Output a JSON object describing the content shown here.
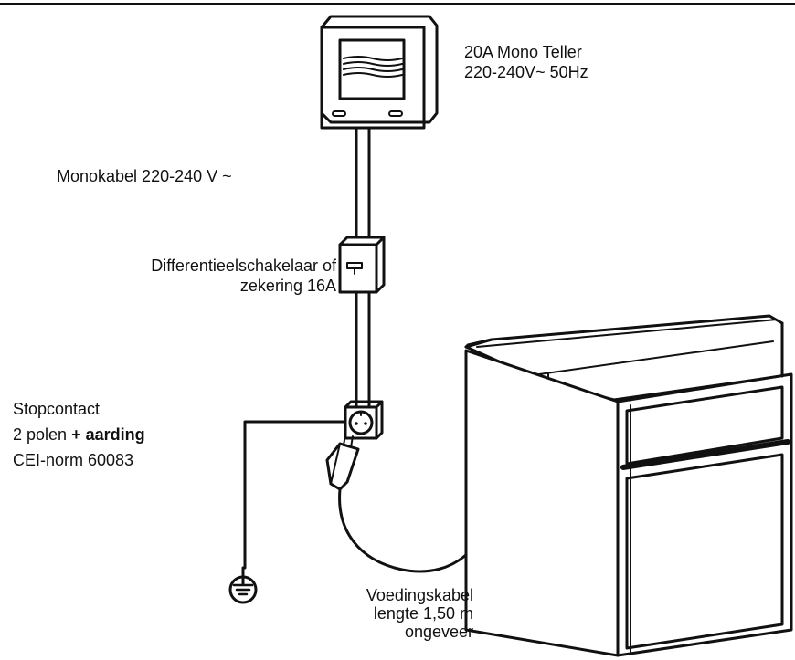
{
  "labels": {
    "meter_line1": "20A Mono Teller",
    "meter_line2": "220-240V~ 50Hz",
    "mono_cable": "Monokabel 220-240 V ~",
    "breaker_line1": "Differentieelschakelaar of",
    "breaker_line2": "zekering 16A",
    "socket_line1": "Stopcontact",
    "socket_line2_normal": "2 polen",
    "socket_line2_bold": "+ aarding",
    "socket_line3": "CEI-norm 60083",
    "power_cable_line1": "Voedingskabel",
    "power_cable_line2": "lengte 1,50 m",
    "power_cable_line3": "ongeveer"
  },
  "icons": {
    "meter": "electricity-meter-icon",
    "breaker": "breaker-box-icon",
    "socket": "wall-socket-icon",
    "plug": "plug-icon",
    "ground": "ground-symbol-icon",
    "oven": "built-in-oven-icon"
  },
  "colors": {
    "line": "#111111",
    "background": "#ffffff"
  }
}
